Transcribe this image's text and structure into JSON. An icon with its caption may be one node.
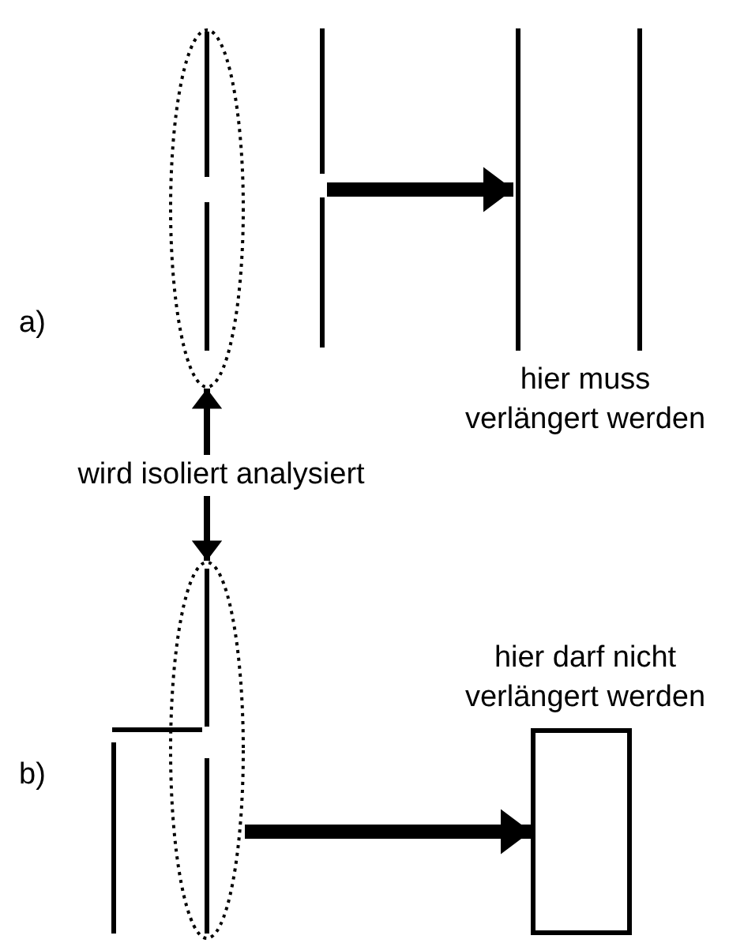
{
  "diagram": {
    "nodes": [
      {
        "text": [],
        "shape": "ellipse"
      },
      {
        "text": [],
        "shape": "picture"
      },
      {
        "text": [],
        "shape": "picture",
        "beside": [
          "hier muss verlängert werden"
        ]
      },
      {
        "text": [
          "wird isoliert analysiert"
        ]
      },
      {
        "text": [],
        "shape": "ellipse"
      },
      {
        "text": [],
        "shape": "picture"
      },
      {
        "text": [],
        "shape": "box",
        "beside": [
          "hier darf nicht verlängert werden"
        ]
      }
    ],
    "edges": [
      {
        "from": 1,
        "to": 2,
        "arrow": "to",
        "style": "thick"
      },
      {
        "from": 3,
        "to": 0,
        "arrow": "to"
      },
      {
        "from": 3,
        "to": 4,
        "arrow": "to"
      },
      {
        "from": 4,
        "to": 6,
        "arrow": "to",
        "style": "thick"
      }
    ],
    "labels": [
      "a)",
      "b)"
    ]
  }
}
